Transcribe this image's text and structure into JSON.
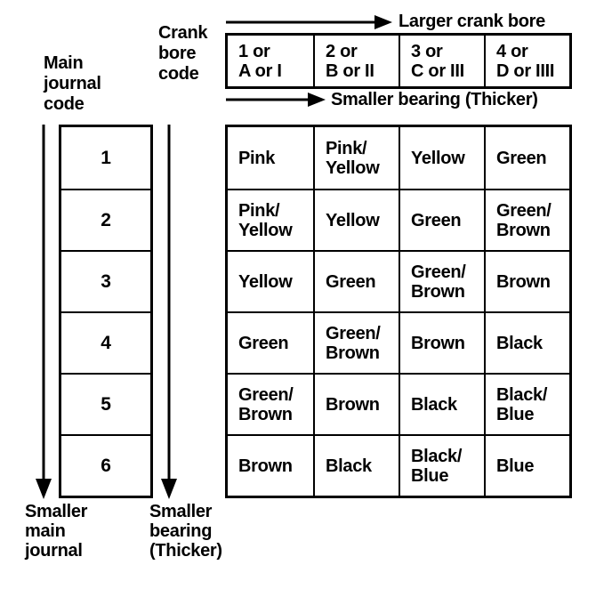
{
  "labels": {
    "larger_crank_bore": "Larger crank bore",
    "smaller_bearing_top": "Smaller bearing (Thicker)",
    "main_journal_code": "Main\njournal\ncode",
    "crank_bore_code": "Crank\nbore\ncode",
    "smaller_main_journal": "Smaller\nmain\njournal",
    "smaller_bearing_bottom": "Smaller\nbearing\n(Thicker)"
  },
  "crank_bore_codes": [
    "1 or\nA or I",
    "2 or\nB or II",
    "3 or\nC or III",
    "4 or\nD or IIII"
  ],
  "main_journal_codes": [
    "1",
    "2",
    "3",
    "4",
    "5",
    "6"
  ],
  "bearing_colors": {
    "rows": [
      [
        "Pink",
        "Pink/\nYellow",
        "Yellow",
        "Green"
      ],
      [
        "Pink/\nYellow",
        "Yellow",
        "Green",
        "Green/\nBrown"
      ],
      [
        "Yellow",
        "Green",
        "Green/\nBrown",
        "Brown"
      ],
      [
        "Green",
        "Green/\nBrown",
        "Brown",
        "Black"
      ],
      [
        "Green/\nBrown",
        "Brown",
        "Black",
        "Black/\nBlue"
      ],
      [
        "Brown",
        "Black",
        "Black/\nBlue",
        "Blue"
      ]
    ]
  },
  "colors": {
    "ink": "#000000",
    "background": "#ffffff"
  }
}
